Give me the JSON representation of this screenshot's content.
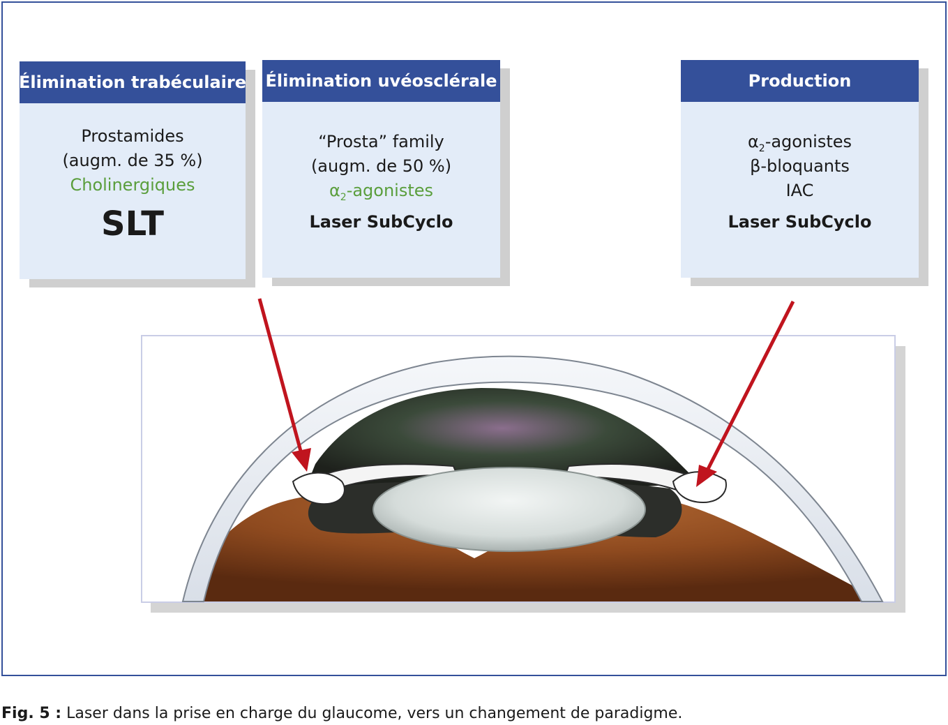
{
  "boxes": {
    "trabeculaire": {
      "title": "Élimination trabéculaire",
      "line1": "Prostamides",
      "line2": "(augm. de 35 %)",
      "line3": "Cholinergiques",
      "big": "SLT"
    },
    "uveoscleral": {
      "title": "Élimination uvéosclérale",
      "line1": "“Prosta” family",
      "line2": "(augm. de 50 %)",
      "alpha": "α",
      "alpha_sub": "2",
      "alpha_rest": "-agonistes",
      "laser": "Laser SubCyclo"
    },
    "production": {
      "title": "Production",
      "alpha": "α",
      "alpha_sub": "2",
      "alpha_rest": "-agonistes",
      "line2": "β-bloquants",
      "line3": "IAC",
      "laser": "Laser SubCyclo"
    }
  },
  "caption": {
    "label": "Fig. 5 :",
    "text": " Laser dans la prise en charge du glaucome, vers un changement de paradigme."
  },
  "colors": {
    "header_blue": "#34509a",
    "box_fill": "#e3ecf8",
    "green_text": "#5a9e3c",
    "arrow_red": "#c0141e",
    "frame_border": "#34509a"
  }
}
